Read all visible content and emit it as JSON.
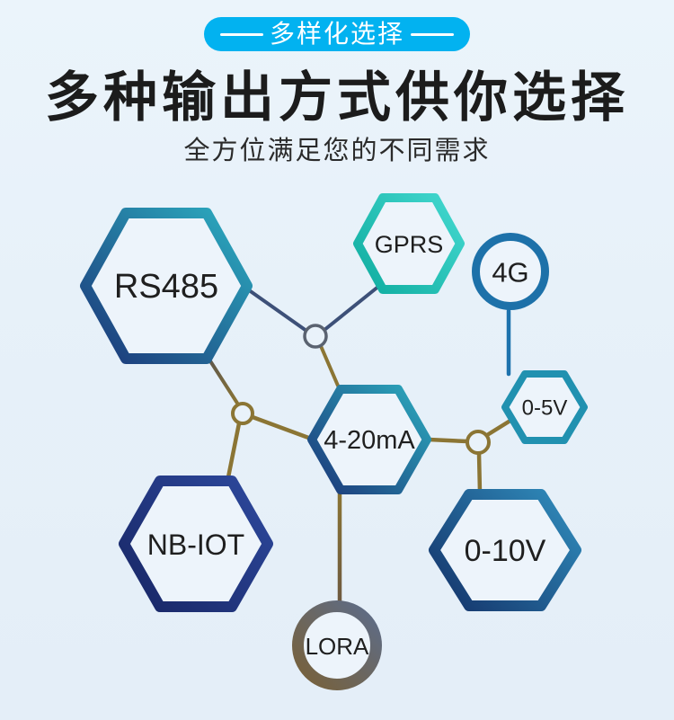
{
  "header": {
    "banner_label": "多样化选择",
    "title": "多种输出方式供你选择",
    "subtitle": "全方位满足您的不同需求"
  },
  "diagram": {
    "nodes": [
      {
        "id": "rs485",
        "label": "RS485",
        "shape": "hexagon",
        "style": "navy-to-teal-gradient"
      },
      {
        "id": "gprs",
        "label": "GPRS",
        "shape": "hexagon",
        "style": "teal-gradient"
      },
      {
        "id": "4g",
        "label": "4G",
        "shape": "circle",
        "style": "blue"
      },
      {
        "id": "0-5v",
        "label": "0-5V",
        "shape": "hexagon",
        "style": "teal-blue"
      },
      {
        "id": "4-20ma",
        "label": "4-20mA",
        "shape": "hexagon",
        "style": "navy-to-teal-gradient"
      },
      {
        "id": "nb-iot",
        "label": "NB-IOT",
        "shape": "hexagon",
        "style": "dark-navy"
      },
      {
        "id": "0-10v",
        "label": "0-10V",
        "shape": "hexagon",
        "style": "navy-to-steel-gradient"
      },
      {
        "id": "lora",
        "label": "LORA",
        "shape": "circle",
        "style": "slate-to-brown-gradient"
      }
    ],
    "hubs": [
      {
        "id": "hub-1",
        "style": "slate"
      },
      {
        "id": "hub-2",
        "style": "olive"
      },
      {
        "id": "hub-3",
        "style": "olive"
      }
    ],
    "edges": [
      {
        "from": "rs485",
        "to": "hub-1"
      },
      {
        "from": "gprs",
        "to": "hub-1"
      },
      {
        "from": "hub-1",
        "to": "4-20ma"
      },
      {
        "from": "rs485",
        "to": "hub-2"
      },
      {
        "from": "hub-2",
        "to": "4-20ma"
      },
      {
        "from": "hub-2",
        "to": "nb-iot"
      },
      {
        "from": "4g",
        "to": "0-5v"
      },
      {
        "from": "hub-3",
        "to": "4-20ma"
      },
      {
        "from": "hub-3",
        "to": "0-5v"
      },
      {
        "from": "hub-3",
        "to": "0-10v"
      },
      {
        "from": "4-20ma",
        "to": "lora"
      }
    ],
    "colors": {
      "background": "#E8F1F9",
      "banner": "#02B2F0",
      "title_text": "#1C1C1C",
      "node_label_text": "#1F1F1F",
      "navy": "#1D3E7D",
      "teal": "#2BA8BD",
      "green_teal": "#2BC9BF",
      "blue": "#1D72A9",
      "steel_blue": "#2E86B6",
      "dark_navy": "#1A2A6E",
      "olive": "#8B7534",
      "slate": "#5A6472",
      "brown": "#6E5A40"
    }
  }
}
